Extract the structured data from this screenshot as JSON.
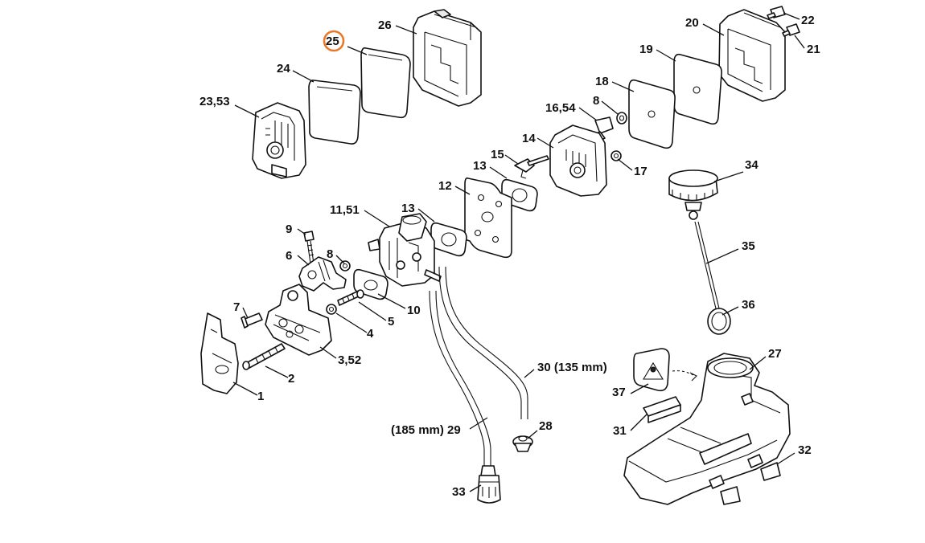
{
  "diagram": {
    "highlight_color": "#e8792a",
    "highlighted_callout": "25",
    "callouts": [
      {
        "id": "c1",
        "text": "1"
      },
      {
        "id": "c2",
        "text": "2"
      },
      {
        "id": "c3",
        "text": "3,52"
      },
      {
        "id": "c4",
        "text": "4"
      },
      {
        "id": "c5",
        "text": "5"
      },
      {
        "id": "c6",
        "text": "6"
      },
      {
        "id": "c7",
        "text": "7"
      },
      {
        "id": "c8a",
        "text": "8"
      },
      {
        "id": "c8b",
        "text": "8"
      },
      {
        "id": "c9",
        "text": "9"
      },
      {
        "id": "c10",
        "text": "10"
      },
      {
        "id": "c11",
        "text": "11,51"
      },
      {
        "id": "c12",
        "text": "12"
      },
      {
        "id": "c13a",
        "text": "13"
      },
      {
        "id": "c13b",
        "text": "13"
      },
      {
        "id": "c14",
        "text": "14"
      },
      {
        "id": "c15",
        "text": "15"
      },
      {
        "id": "c16",
        "text": "16,54"
      },
      {
        "id": "c17",
        "text": "17"
      },
      {
        "id": "c18",
        "text": "18"
      },
      {
        "id": "c19",
        "text": "19"
      },
      {
        "id": "c20",
        "text": "20"
      },
      {
        "id": "c21",
        "text": "21"
      },
      {
        "id": "c22",
        "text": "22"
      },
      {
        "id": "c23",
        "text": "23,53"
      },
      {
        "id": "c24",
        "text": "24"
      },
      {
        "id": "c25",
        "text": "25"
      },
      {
        "id": "c26",
        "text": "26"
      },
      {
        "id": "c27",
        "text": "27"
      },
      {
        "id": "c28",
        "text": "28"
      },
      {
        "id": "c29",
        "text": "(185 mm) 29"
      },
      {
        "id": "c30",
        "text": "30 (135 mm)"
      },
      {
        "id": "c31",
        "text": "31"
      },
      {
        "id": "c32",
        "text": "32"
      },
      {
        "id": "c33",
        "text": "33"
      },
      {
        "id": "c34",
        "text": "34"
      },
      {
        "id": "c35",
        "text": "35"
      },
      {
        "id": "c36",
        "text": "36"
      },
      {
        "id": "c37",
        "text": "37"
      }
    ]
  }
}
